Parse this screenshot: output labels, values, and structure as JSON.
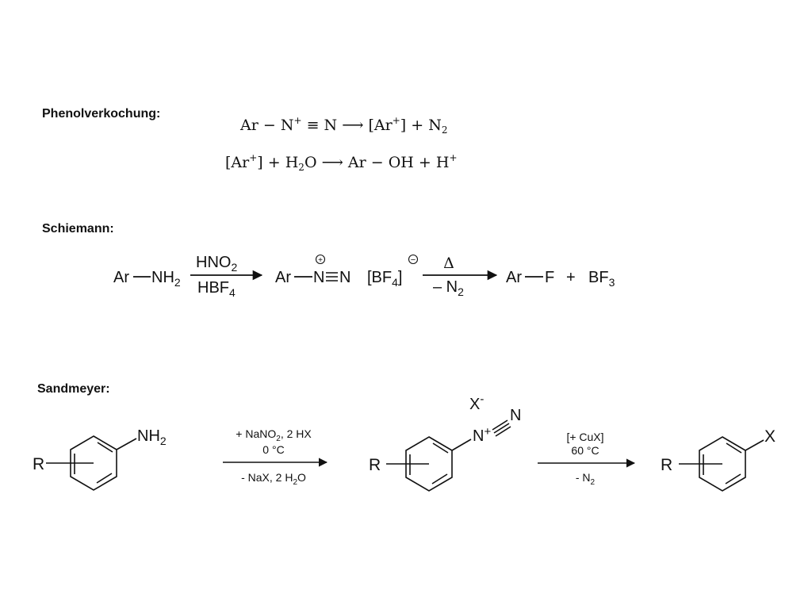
{
  "sections": {
    "phenol": {
      "heading": "Phenolverkochung:"
    },
    "schiemann": {
      "heading": "Schiemann:"
    },
    "sandmeyer": {
      "heading": "Sandmeyer:"
    }
  },
  "phenol": {
    "eq1": {
      "ar": "Ar",
      "minus": "−",
      "n": "N",
      "plus": "+",
      "triple": "≡",
      "n2": "N",
      "arrow": "⟶",
      "lbr": "[Ar",
      "rbr": "]",
      "sumplus": "+",
      "prod": "N",
      "prodsub": "2"
    },
    "eq2": {
      "lbr": "[Ar",
      "plus": "+",
      "rbr": "]",
      "sumplus": "+",
      "h": "H",
      "hsub": "2",
      "o": "O",
      "arrow": "⟶",
      "prod": "Ar",
      "minus": "−",
      "oh": "OH",
      "plus2": "+",
      "hplus": "H",
      "hsup": "+"
    }
  },
  "schiemann": {
    "reactant": "Ar",
    "reactant_group": "NH",
    "reactant_sub": "2",
    "reagent_top": "HNO",
    "reagent_top_sub": "2",
    "reagent_bottom": "HBF",
    "reagent_bottom_sub": "4",
    "intermediate_ar": "Ar",
    "intermediate_n1": "N",
    "intermediate_n2": "N",
    "intermediate_charge": "+",
    "counterion": "[BF",
    "counterion_sub": "4",
    "counterion_close": "]",
    "counterion_charge": "−",
    "cond_top": "Δ",
    "cond_bottom": "– N",
    "cond_bottom_sub": "2",
    "product_ar": "Ar",
    "product_f": "F",
    "plus": "+",
    "byproduct": "BF",
    "byproduct_sub": "3"
  },
  "sandmeyer": {
    "r1": "R",
    "nh2": "NH",
    "nh2_sub": "2",
    "step1_top1": "+ NaNO",
    "step1_top1_sub": "2",
    "step1_top1_rest": ", 2 HX",
    "step1_top2": "0 °C",
    "step1_bottom": "- NaX, 2 H",
    "step1_bottom_sub": "2",
    "step1_bottom_rest": "O",
    "r2": "R",
    "xminus": "X",
    "xminus_charge": "-",
    "nplus": "N",
    "nplus_charge": "+",
    "n_term": "N",
    "step2_top1": "[+ CuX]",
    "step2_top2": "60 °C",
    "step2_bottom": "- N",
    "step2_bottom_sub": "2",
    "r3": "R",
    "x_product": "X"
  }
}
